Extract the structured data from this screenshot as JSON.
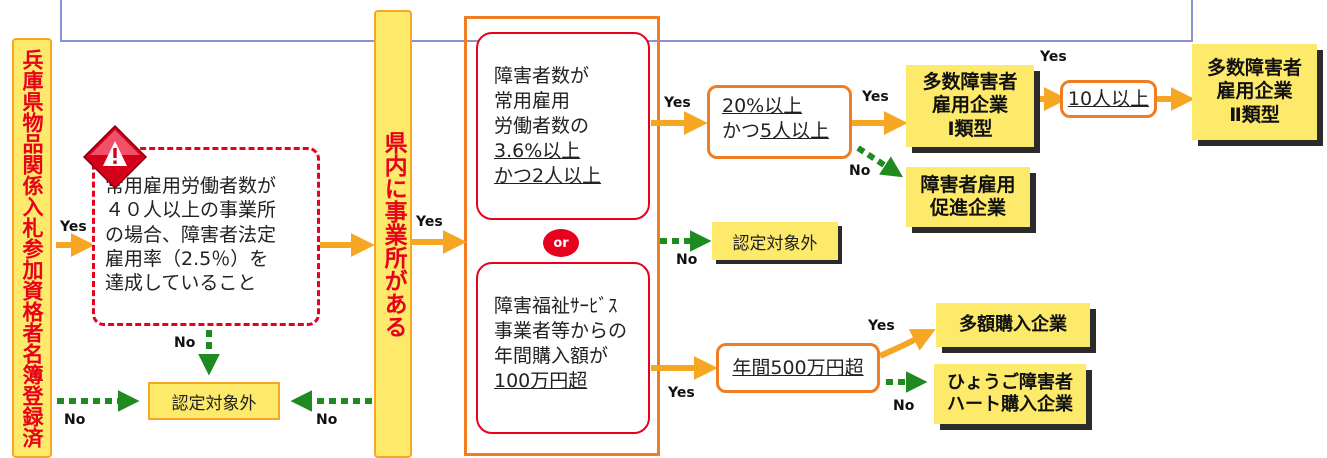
{
  "left_bar": "兵庫県物品関係入札参加資格者名簿登録済",
  "mid_bar": "県内に事業所がある",
  "condition_box": {
    "line1": "常用雇用労働者数が",
    "line2": "４０人以上の事業所",
    "line3": "の場合、障害者法定",
    "line4": "雇用率（2.5％）を",
    "line5": "達成していること"
  },
  "not_eligible_bottom": "認定対象外",
  "not_eligible_mid": "認定対象外",
  "criteria_a": {
    "line1": "障害者数が",
    "line2": "常用雇用",
    "line3": "労働者数の",
    "line4": "3.6%以上",
    "line5": "かつ2人以上"
  },
  "or_badge": "or",
  "criteria_b": {
    "line1": "障害福祉ｻｰﾋﾞｽ",
    "line2": "事業者等からの",
    "line3": "年間購入額が",
    "line4": "100万円超"
  },
  "threshold_20": {
    "line1": "20%以上",
    "line2_pre": "かつ",
    "line2_u": "5人以上"
  },
  "threshold_10": "10人以上",
  "threshold_500": "年間500万円超",
  "results": {
    "type1": {
      "line1": "多数障害者",
      "line2": "雇用企業",
      "line3": "Ⅰ類型"
    },
    "type2": {
      "line1": "多数障害者",
      "line2": "雇用企業",
      "line3": "Ⅱ類型"
    },
    "promotion": {
      "line1": "障害者雇用",
      "line2": "促進企業"
    },
    "large_purchase": "多額購入企業",
    "heart": {
      "line1": "ひょうご障害者",
      "line2": "ハート購入企業"
    }
  },
  "labels": {
    "yes": "Yes",
    "no": "No"
  },
  "colors": {
    "orange": "#f5a623",
    "green": "#1f8a1f",
    "red": "#e8001c",
    "yellow": "#fde96a"
  }
}
